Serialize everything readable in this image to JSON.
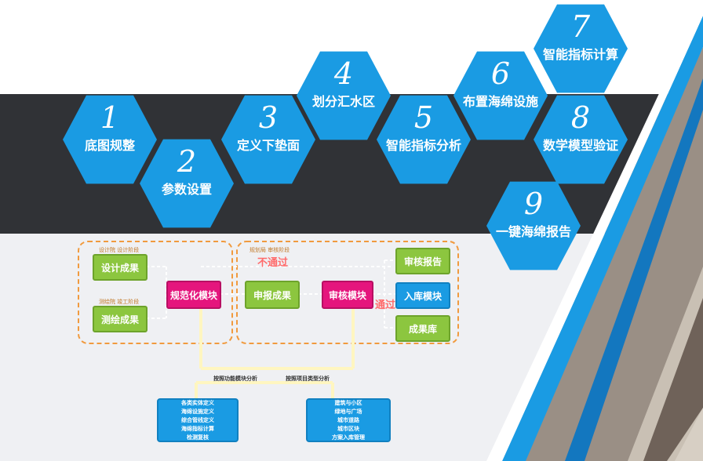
{
  "hexagons": [
    {
      "num": "1",
      "label": "底图规整"
    },
    {
      "num": "2",
      "label": "参数设置"
    },
    {
      "num": "3",
      "label": "定义下垫面"
    },
    {
      "num": "4",
      "label": "划分汇水区"
    },
    {
      "num": "5",
      "label": "智能指标分析"
    },
    {
      "num": "6",
      "label": "布置海绵设施"
    },
    {
      "num": "7",
      "label": "智能指标计算"
    },
    {
      "num": "8",
      "label": "数学模型验证"
    },
    {
      "num": "9",
      "label": "一键海绵报告"
    }
  ],
  "flow": {
    "design_stage": "设计院 设计阶段",
    "survey_stage": "测绘院 竣工阶段",
    "review_stage": "规划局 审核阶段",
    "design_result": "设计成果",
    "survey_result": "测绘成果",
    "normalize": "规范化模块",
    "submit": "申报成果",
    "review": "审核模块",
    "report": "审核报告",
    "storage": "入库模块",
    "library": "成果库",
    "fail": "不通过",
    "pass": "通过",
    "by_function": "按照功能模块分析",
    "by_project": "按照项目类型分析",
    "function_items": [
      "各类实体定义",
      "海绵设施定义",
      "综合管线定义",
      "海绵指标计算",
      "检测复核"
    ],
    "project_items": [
      "建筑与小区",
      "绿地与广场",
      "城市道路",
      "城市区块",
      "方案入库管理"
    ]
  },
  "colors": {
    "hex_blue": "#1a9be3",
    "dark_band": "#303236",
    "green": "#8cc63f",
    "pink": "#e5157d",
    "orange_dash": "#f19a3e"
  }
}
